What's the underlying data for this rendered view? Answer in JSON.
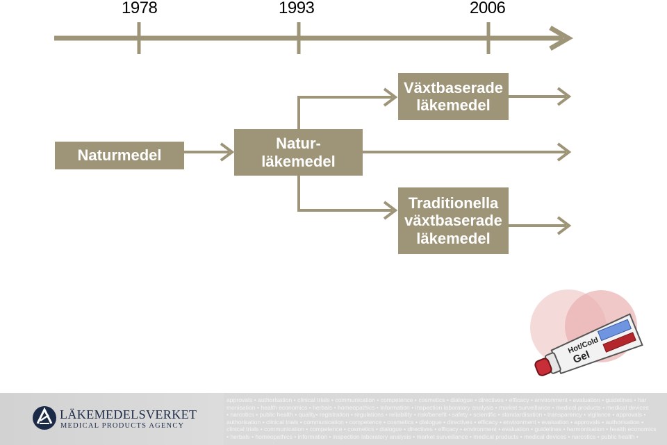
{
  "timeline": {
    "years": [
      "1978",
      "1993",
      "2006"
    ]
  },
  "boxes": {
    "naturmedel": {
      "lines": [
        "Naturmedel"
      ]
    },
    "naturlakemedel": {
      "lines": [
        "Natur-",
        "läkemedel"
      ]
    },
    "vaxtbaserade": {
      "lines": [
        "Växtbaserade",
        "läkemedel"
      ]
    },
    "traditionella": {
      "lines": [
        "Traditionella",
        "växtbaserade",
        "läkemedel"
      ]
    }
  },
  "illustration": {
    "tube_label_top": "Hot/Cold",
    "tube_label_main": "Gel"
  },
  "footer": {
    "logo_name": "LÄKEMEDELSVERKET",
    "logo_subtitle": "MEDICAL PRODUCTS AGENCY",
    "keyword_lines": [
      "approvals • authorisation • clinical trials • communication • competence • cosmetics • dialogue • directives • efficacy • environment • evaluation • guidelines • har",
      "monisation • health economics • herbals • homeopathics • information • inspection laboratory analysis • market surveillance • medical products • medical devices",
      "• narcotics • public health • quality• registration • regulations • reliability • risk/benefit • safety • scientific • standardisation • transparency • vigilance • approvals •",
      "authorisation • clinical trials • communication • competence • cosmetics • dialogue • directives • efficacy • environment • evaluation • approvals • authorisation •",
      "clinical trials • communication • competence • cosmetics • dialogue • directives • efficacy • environment • evaluation • guidelines • harmonisation • health economics",
      "• herbals • homeopathics • information • inspection laboratory analysis • market surveillance • medical products • medical devices • narcotics • public health •"
    ]
  },
  "colors": {
    "accent": "#9e9478",
    "footer_bg": "#d9d9d9",
    "logo_navy": "#1b2a47"
  }
}
